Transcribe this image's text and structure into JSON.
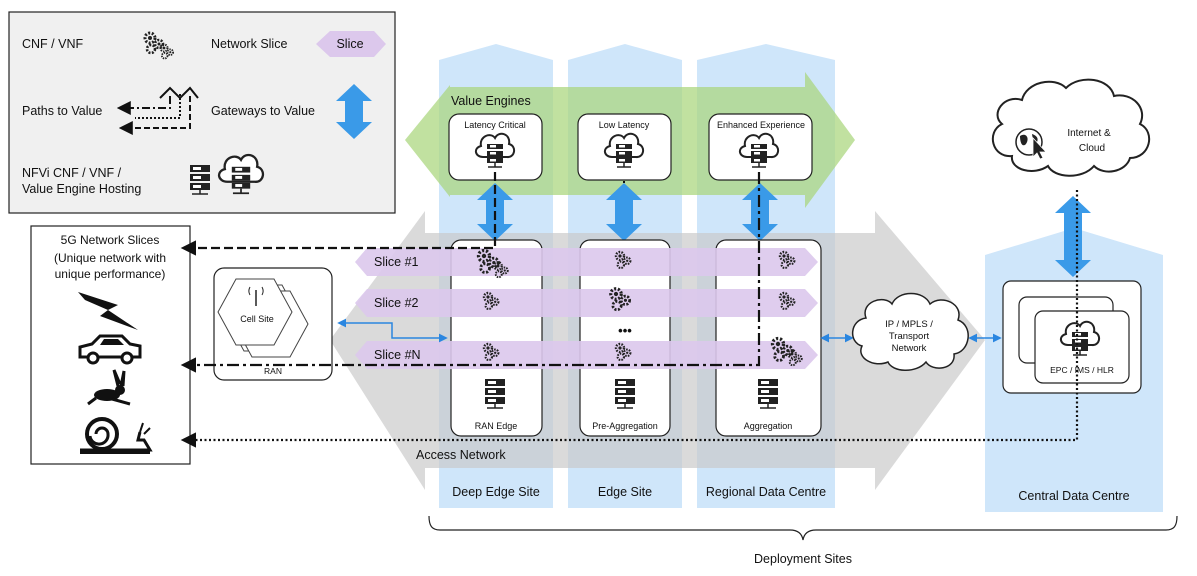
{
  "legend": {
    "cnf_vnf": "CNF / VNF",
    "network_slice": "Network Slice",
    "slice_badge": "Slice",
    "paths_to_value": "Paths to Value",
    "gateways_to_value": "Gateways to Value",
    "nfvi_line1": "NFVi CNF / VNF /",
    "nfvi_line2": "Value Engine Hosting"
  },
  "slices_panel": {
    "title": "5G Network Slices",
    "subtitle_line1": "(Unique network with",
    "subtitle_line2": "unique performance)"
  },
  "value_engines": {
    "title": "Value Engines",
    "latency_critical": "Latency Critical",
    "low_latency": "Low Latency",
    "enhanced_experience": "Enhanced Experience"
  },
  "slices": [
    "Slice #1",
    "Slice #2",
    "Slice #N"
  ],
  "ran": {
    "cell_site": "Cell Site",
    "label": "RAN"
  },
  "nodes": {
    "ran_edge": "RAN Edge",
    "pre_aggregation": "Pre-Aggregation",
    "aggregation": "Aggregation",
    "ellipsis": "•••"
  },
  "transport": {
    "line1": "IP / MPLS /",
    "line2": "Transport",
    "line3": "Network"
  },
  "internet": {
    "line1": "Internet &",
    "line2": "Cloud"
  },
  "core": {
    "label": "EPC / IMS / HLR"
  },
  "access_network": "Access Network",
  "sites": {
    "deep_edge": "Deep Edge Site",
    "edge": "Edge Site",
    "regional": "Regional Data Centre",
    "central": "Central Data Centre"
  },
  "deployment_sites": "Deployment Sites",
  "colors": {
    "site_blue": "#cfe6fa",
    "slice_purple": "#dcc8ec",
    "value_green": "#b5dc8a",
    "gateway_blue": "#3a9ae8",
    "access_gray": "#d6d6d6"
  }
}
